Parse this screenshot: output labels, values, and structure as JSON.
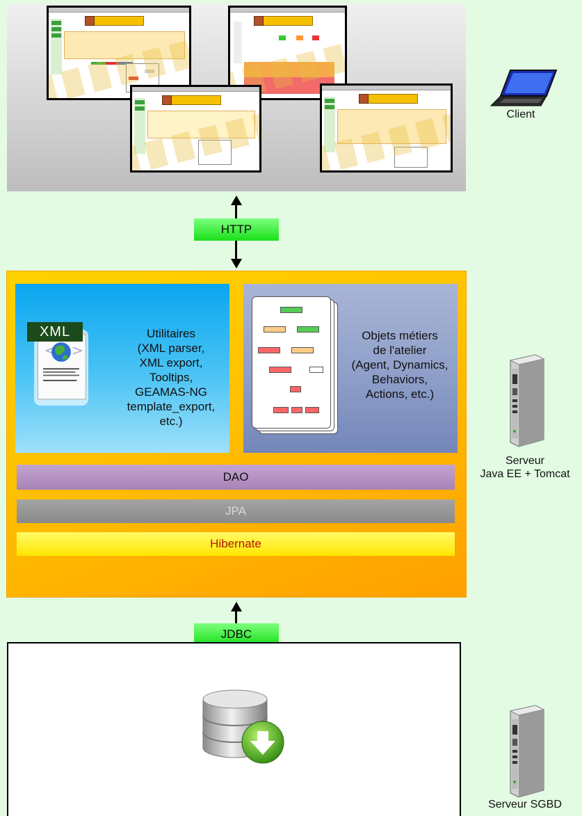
{
  "client": {
    "label": "Client"
  },
  "connectors": {
    "http": "HTTP",
    "jdbc": "JDBC"
  },
  "app_server": {
    "utilities": {
      "lines": [
        "Utilitaires",
        "(XML parser,",
        "XML export,",
        "Tooltips,",
        "GEAMAS-NG",
        "template_export,",
        "etc.)"
      ],
      "icon_badge": "XML"
    },
    "business_objects": {
      "lines": [
        "Objets métiers",
        "de l'atelier",
        "(Agent, Dynamics,",
        "Behaviors,",
        "Actions, etc.)"
      ]
    },
    "layers": {
      "dao": "DAO",
      "jpa": "JPA",
      "hibernate": "Hibernate"
    },
    "label_line1": "Serveur",
    "label_line2": "Java EE + Tomcat"
  },
  "db_server": {
    "label": "Serveur SGBD"
  },
  "colors": {
    "background": "#e3fbe3",
    "server_panel": "#ffc000",
    "utilities_box": "#30b6f2",
    "business_box": "#8b9cc7",
    "dao": "#b592c4",
    "jpa": "#979797",
    "hibernate": "#fff200",
    "hibernate_text": "#b01a00",
    "protocol_badge": "#3cf03c"
  }
}
